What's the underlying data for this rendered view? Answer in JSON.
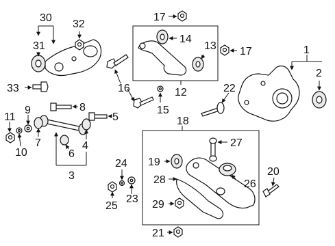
{
  "callouts": {
    "c1": "1",
    "c2": "2",
    "c3": "3",
    "c4": "4",
    "c5": "5",
    "c6": "6",
    "c7": "7",
    "c8": "8",
    "c9": "9",
    "c10": "10",
    "c11": "11",
    "c12": "12",
    "c13": "13",
    "c14": "14",
    "c15": "15",
    "c16": "16",
    "c17a": "17",
    "c17b": "17",
    "c18": "18",
    "c19": "19",
    "c20": "20",
    "c21": "21",
    "c22": "22",
    "c23": "23",
    "c24": "24",
    "c25": "25",
    "c26": "26",
    "c27": "27",
    "c28": "28",
    "c29": "29",
    "c30": "30",
    "c31": "31",
    "c32": "32",
    "c33": "33"
  }
}
